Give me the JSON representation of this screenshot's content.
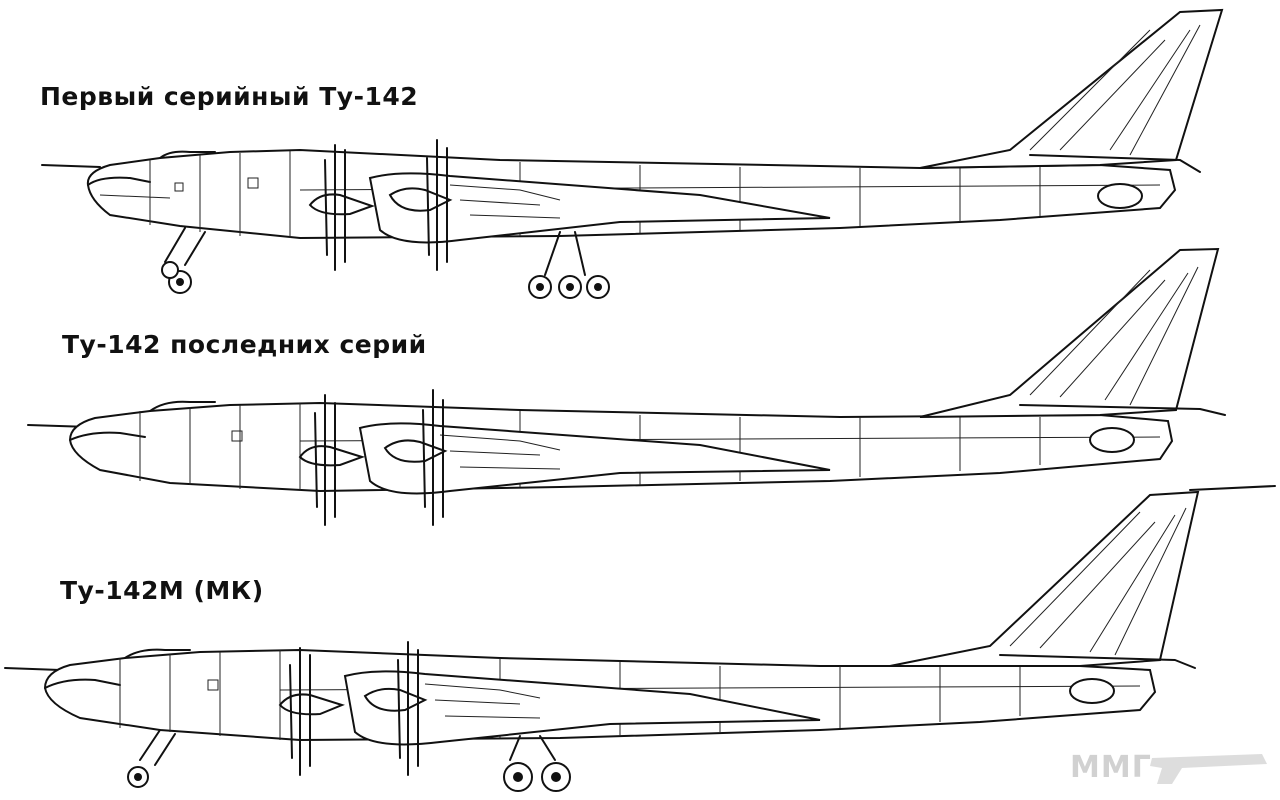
{
  "labels": {
    "first": "Первый серийный Ту-142",
    "late": "Ту-142 последних серий",
    "m": "Ту-142М (МК)"
  },
  "watermark": {
    "text": "ММГ"
  },
  "colors": {
    "ink": "#111111",
    "background": "#ffffff",
    "watermark": "#9a9a9a"
  }
}
